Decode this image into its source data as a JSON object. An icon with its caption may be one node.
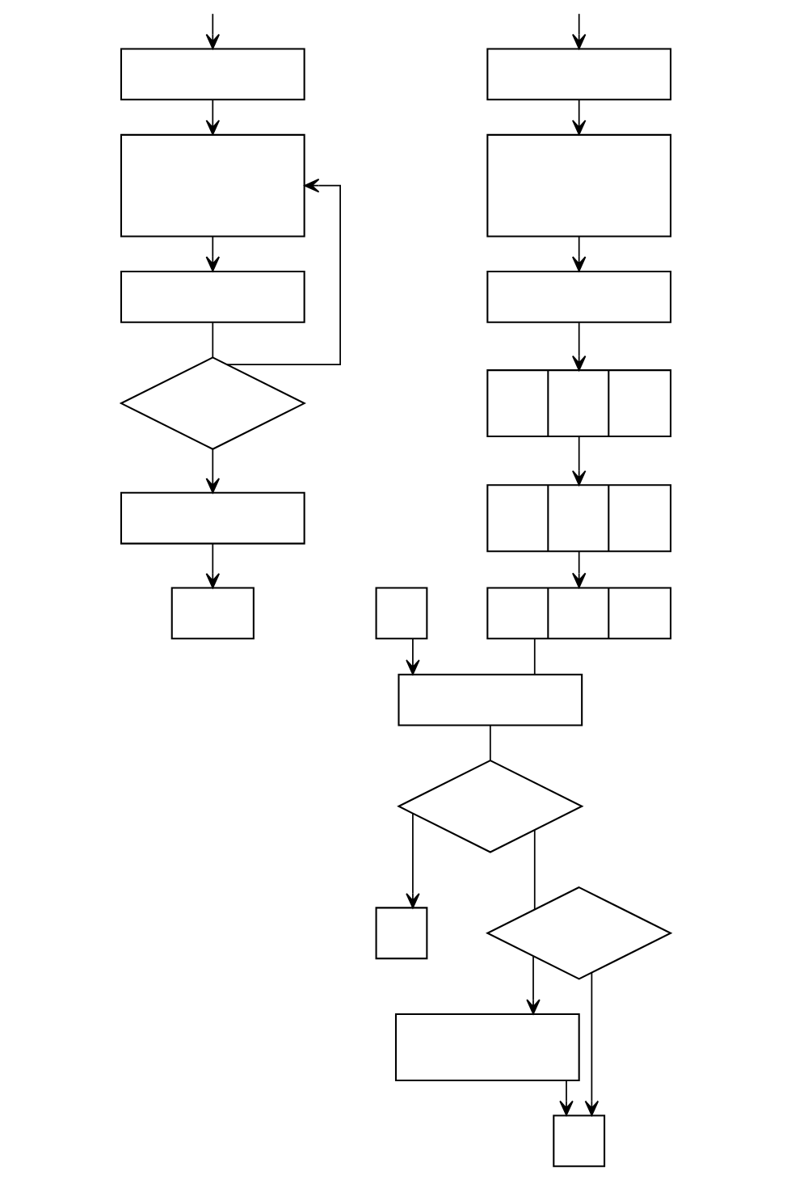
{
  "diagram": {
    "nodes": [
      {
        "text": [],
        "shape": "box"
      },
      {
        "text": [],
        "shape": "box"
      },
      {
        "text": [],
        "shape": "box"
      },
      {
        "text": [],
        "shape": "diamond"
      },
      {
        "text": [],
        "shape": "box"
      },
      {
        "text": [],
        "shape": "box"
      },
      {
        "text": [],
        "shape": "box"
      },
      {
        "text": [],
        "shape": "box"
      },
      {
        "text": [],
        "shape": "box"
      },
      {
        "text": [],
        "shape": "subroutine"
      },
      {
        "text": [],
        "shape": "subroutine"
      },
      {
        "text": [],
        "shape": "subroutine"
      },
      {
        "text": [],
        "shape": "box"
      },
      {
        "text": [],
        "shape": "box"
      },
      {
        "text": [],
        "shape": "diamond"
      },
      {
        "text": [],
        "shape": "box"
      },
      {
        "text": [],
        "shape": "diamond"
      },
      {
        "text": [],
        "shape": "box"
      },
      {
        "text": [],
        "shape": "box"
      }
    ],
    "edges": [
      {
        "from": null,
        "to": 0,
        "arrow": "to"
      },
      {
        "from": 0,
        "to": 1,
        "arrow": "to"
      },
      {
        "from": 1,
        "to": 2,
        "arrow": "to"
      },
      {
        "from": 2,
        "to": 3,
        "arrow": "none"
      },
      {
        "from": 3,
        "to": 1,
        "arrow": "to"
      },
      {
        "from": 3,
        "to": 4,
        "arrow": "to"
      },
      {
        "from": 4,
        "to": 5,
        "arrow": "to"
      },
      {
        "from": null,
        "to": 6,
        "arrow": "to"
      },
      {
        "from": 6,
        "to": 7,
        "arrow": "to"
      },
      {
        "from": 7,
        "to": 8,
        "arrow": "to"
      },
      {
        "from": 8,
        "to": 9,
        "arrow": "to"
      },
      {
        "from": 9,
        "to": 10,
        "arrow": "to"
      },
      {
        "from": 10,
        "to": 11,
        "arrow": "to"
      },
      {
        "from": 11,
        "to": 13,
        "arrow": "none"
      },
      {
        "from": 12,
        "to": 13,
        "arrow": "to"
      },
      {
        "from": 13,
        "to": 14,
        "arrow": "none"
      },
      {
        "from": 14,
        "to": 15,
        "arrow": "to"
      },
      {
        "from": 14,
        "to": 16,
        "arrow": "none"
      },
      {
        "from": 16,
        "to": 17,
        "arrow": "to"
      },
      {
        "from": 17,
        "to": 18,
        "arrow": "to"
      },
      {
        "from": 16,
        "to": 18,
        "arrow": "to"
      }
    ]
  }
}
